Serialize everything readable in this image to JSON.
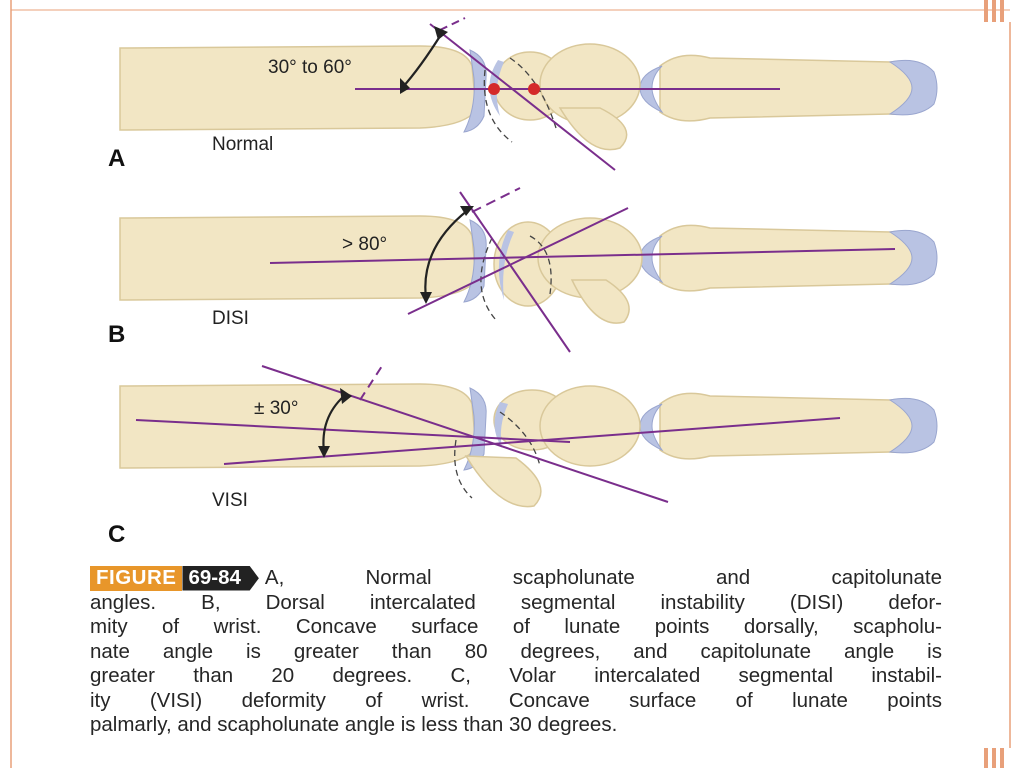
{
  "panels": [
    {
      "letter": "A",
      "label": "Normal",
      "angle": "30° to 60°"
    },
    {
      "letter": "B",
      "label": "DISI",
      "angle": "> 80°"
    },
    {
      "letter": "C",
      "label": "VISI",
      "angle": "± 30°"
    }
  ],
  "caption": {
    "tag": "FIGURE",
    "number": "69-84",
    "lines": [
      "A, Normal scapholunate and capitolunate",
      "angles. B, Dorsal intercalated segmental instability (DISI) defor-",
      "mity of wrist. Concave surface of lunate points dorsally, scapholu-",
      "nate angle is greater than 80 degrees, and capitolunate angle is",
      "greater than 20 degrees. C, Volar intercalated segmental instabil-",
      "ity (VISI) deformity of wrist. Concave surface of lunate points",
      "palmarly, and scapholunate angle is less than 30 degrees."
    ]
  },
  "colors": {
    "bone": "#f2e6c4",
    "bone_edge": "#d9c89a",
    "cartilage": "#b9c3e3",
    "axis_line": "#7a2e8c",
    "marker": "#d42a2a",
    "frame": "#e8a07a"
  }
}
